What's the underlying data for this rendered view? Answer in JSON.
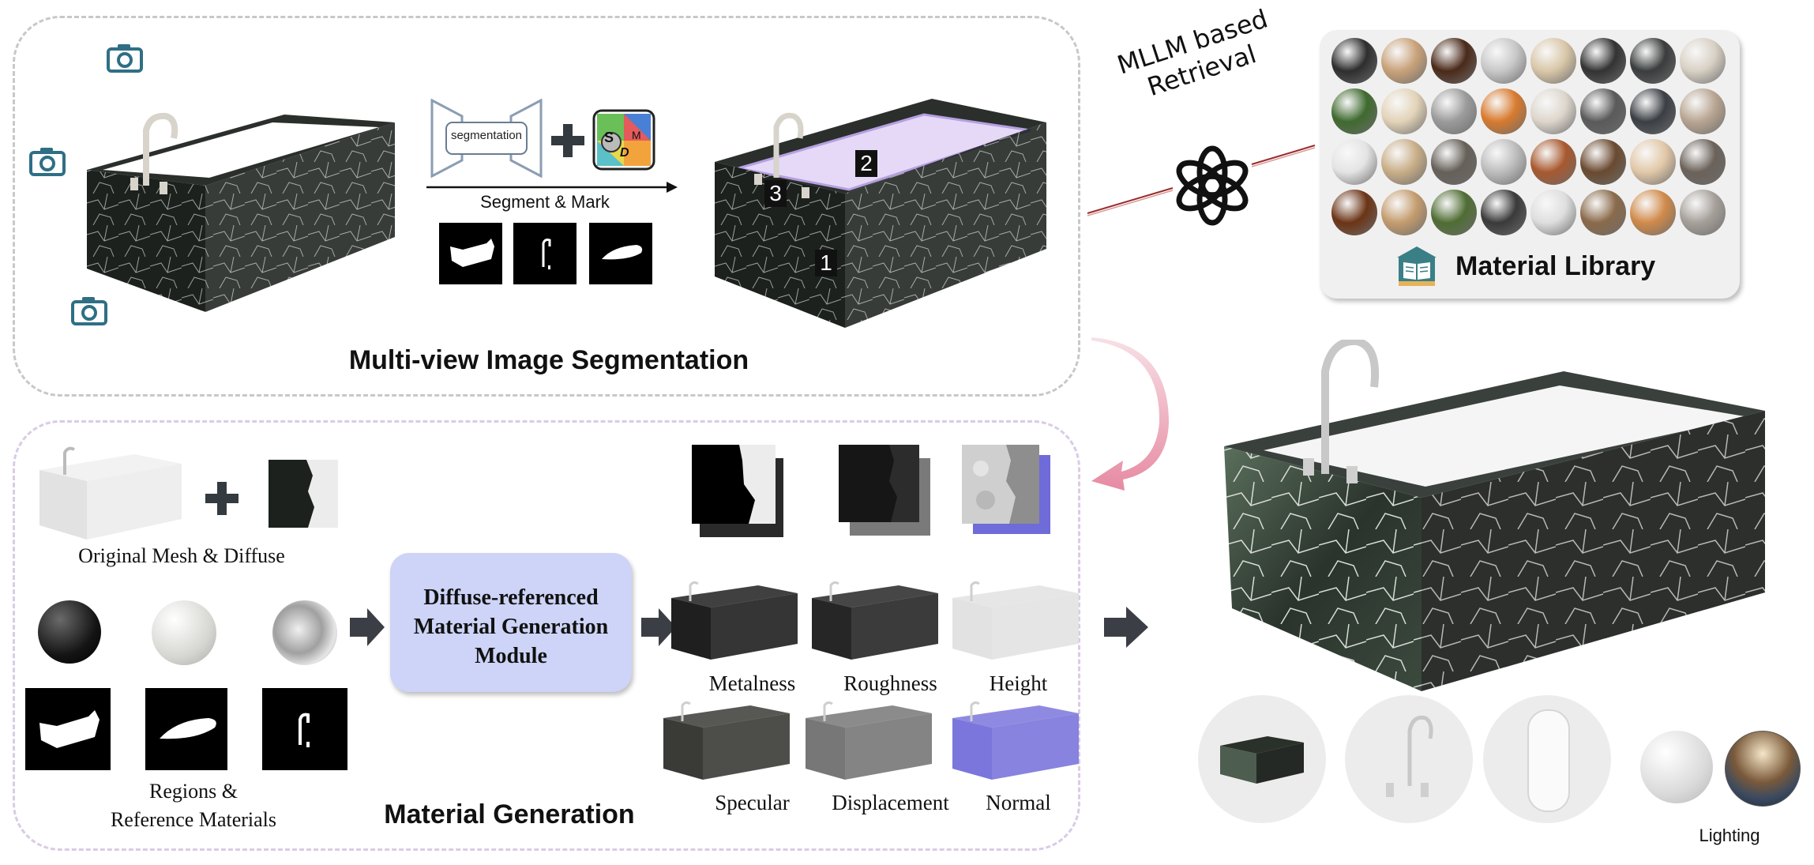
{
  "segmentation": {
    "title": "Multi-view Image Segmentation",
    "network_label": "segmentation",
    "arrow_label": "Segment & Mark",
    "region_marks": [
      "1",
      "2",
      "3"
    ],
    "grid_letters": [
      "S",
      "D",
      "M"
    ]
  },
  "retrieval": {
    "label_line1": "MLLM based",
    "label_line2": "Retrieval"
  },
  "library": {
    "title": "Material Library"
  },
  "generation": {
    "title": "Material Generation",
    "mesh_caption": "Original Mesh & Diffuse",
    "regions_caption_line1": "Regions &",
    "regions_caption_line2": "Reference Materials",
    "module_line1": "Diffuse-referenced",
    "module_line2": "Material Generation",
    "module_line3": "Module",
    "maps": [
      "Metalness",
      "Roughness",
      "Height",
      "Specular",
      "Displacement",
      "Normal"
    ]
  },
  "output": {
    "lighting_label": "Lighting"
  },
  "colors": {
    "camera": "#2f6f85",
    "module_fill": "#cdd4f7",
    "arrow": "#3b3f45",
    "highlight": "#e5d9f7",
    "normal_map": "#6f6bd9",
    "library_bg": "#f0f0f0"
  }
}
